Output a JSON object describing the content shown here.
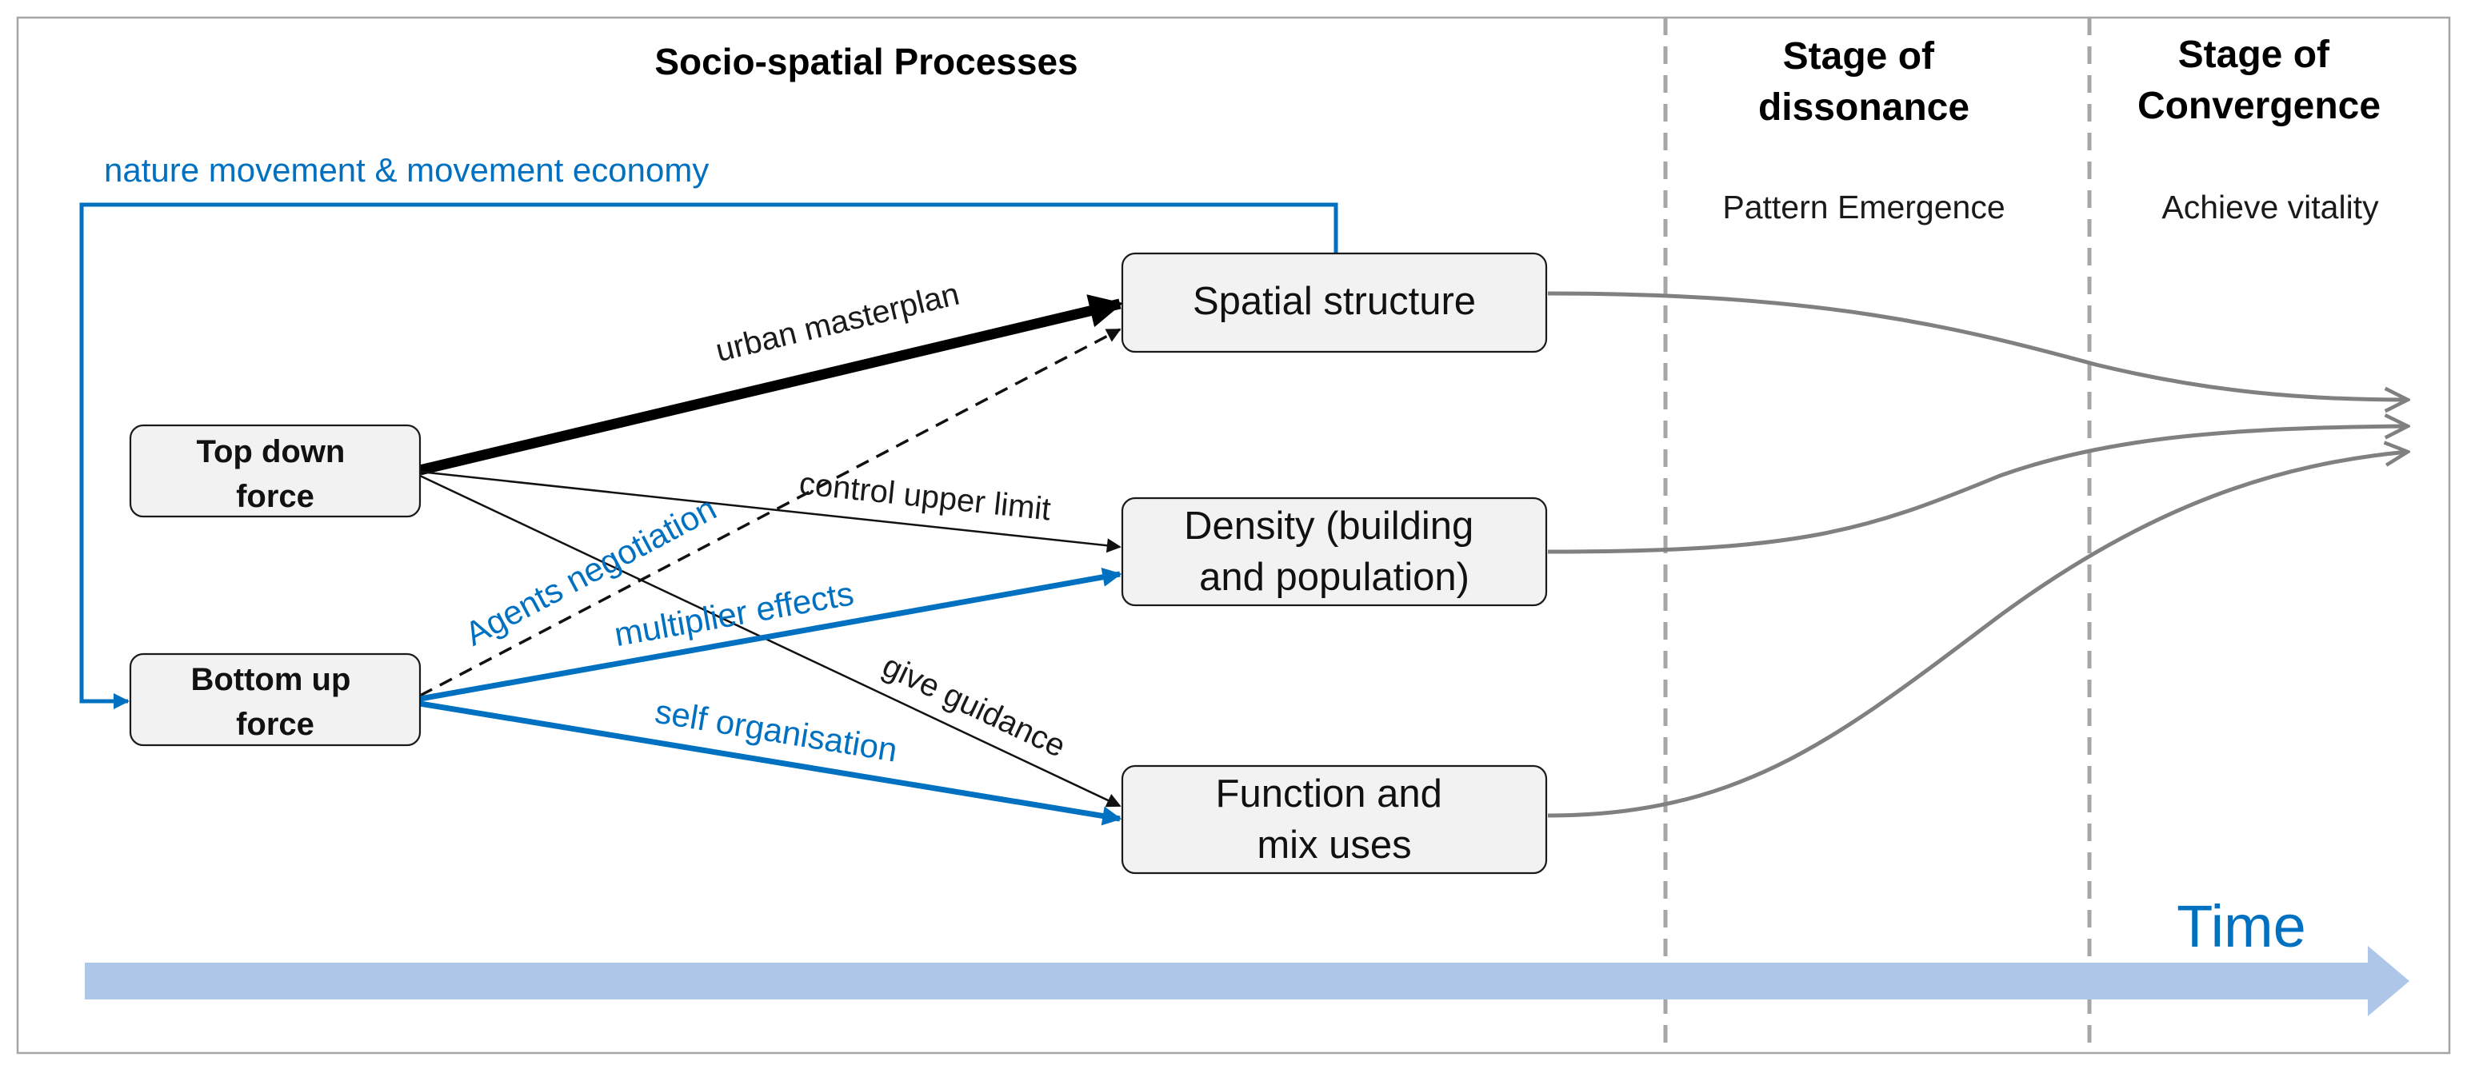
{
  "headings": {
    "processes": "Socio-spatial Processes",
    "dissonance": [
      "Stage of",
      "dissonance"
    ],
    "convergence": [
      "Stage of",
      "Convergence"
    ]
  },
  "stage_captions": {
    "dissonance": "Pattern Emergence",
    "convergence": "Achieve vitality"
  },
  "forces": {
    "top_down": [
      "Top down",
      "force"
    ],
    "bottom_up": [
      "Bottom up",
      "force"
    ]
  },
  "outcomes": {
    "spatial": [
      "Spatial structure"
    ],
    "density": [
      "Density (building",
      "and population)"
    ],
    "function": [
      "Function and",
      "mix uses"
    ]
  },
  "flow_labels": {
    "nature_movement": "nature movement & movement economy",
    "urban_masterplan": "urban masterplan",
    "control_upper_limit": "control upper limit",
    "agents_negotiation": "Agents negotiation",
    "multiplier_effects": "multiplier effects",
    "give_guidance": "give guidance",
    "self_organisation": "self organisation"
  },
  "time_label": "Time",
  "colors": {
    "accent_blue": "#0070c0",
    "time_arrow": "#aec6e8",
    "convergence_lines": "#808080",
    "box_fill": "#f2f2f2",
    "divider": "#a6a6a6"
  }
}
